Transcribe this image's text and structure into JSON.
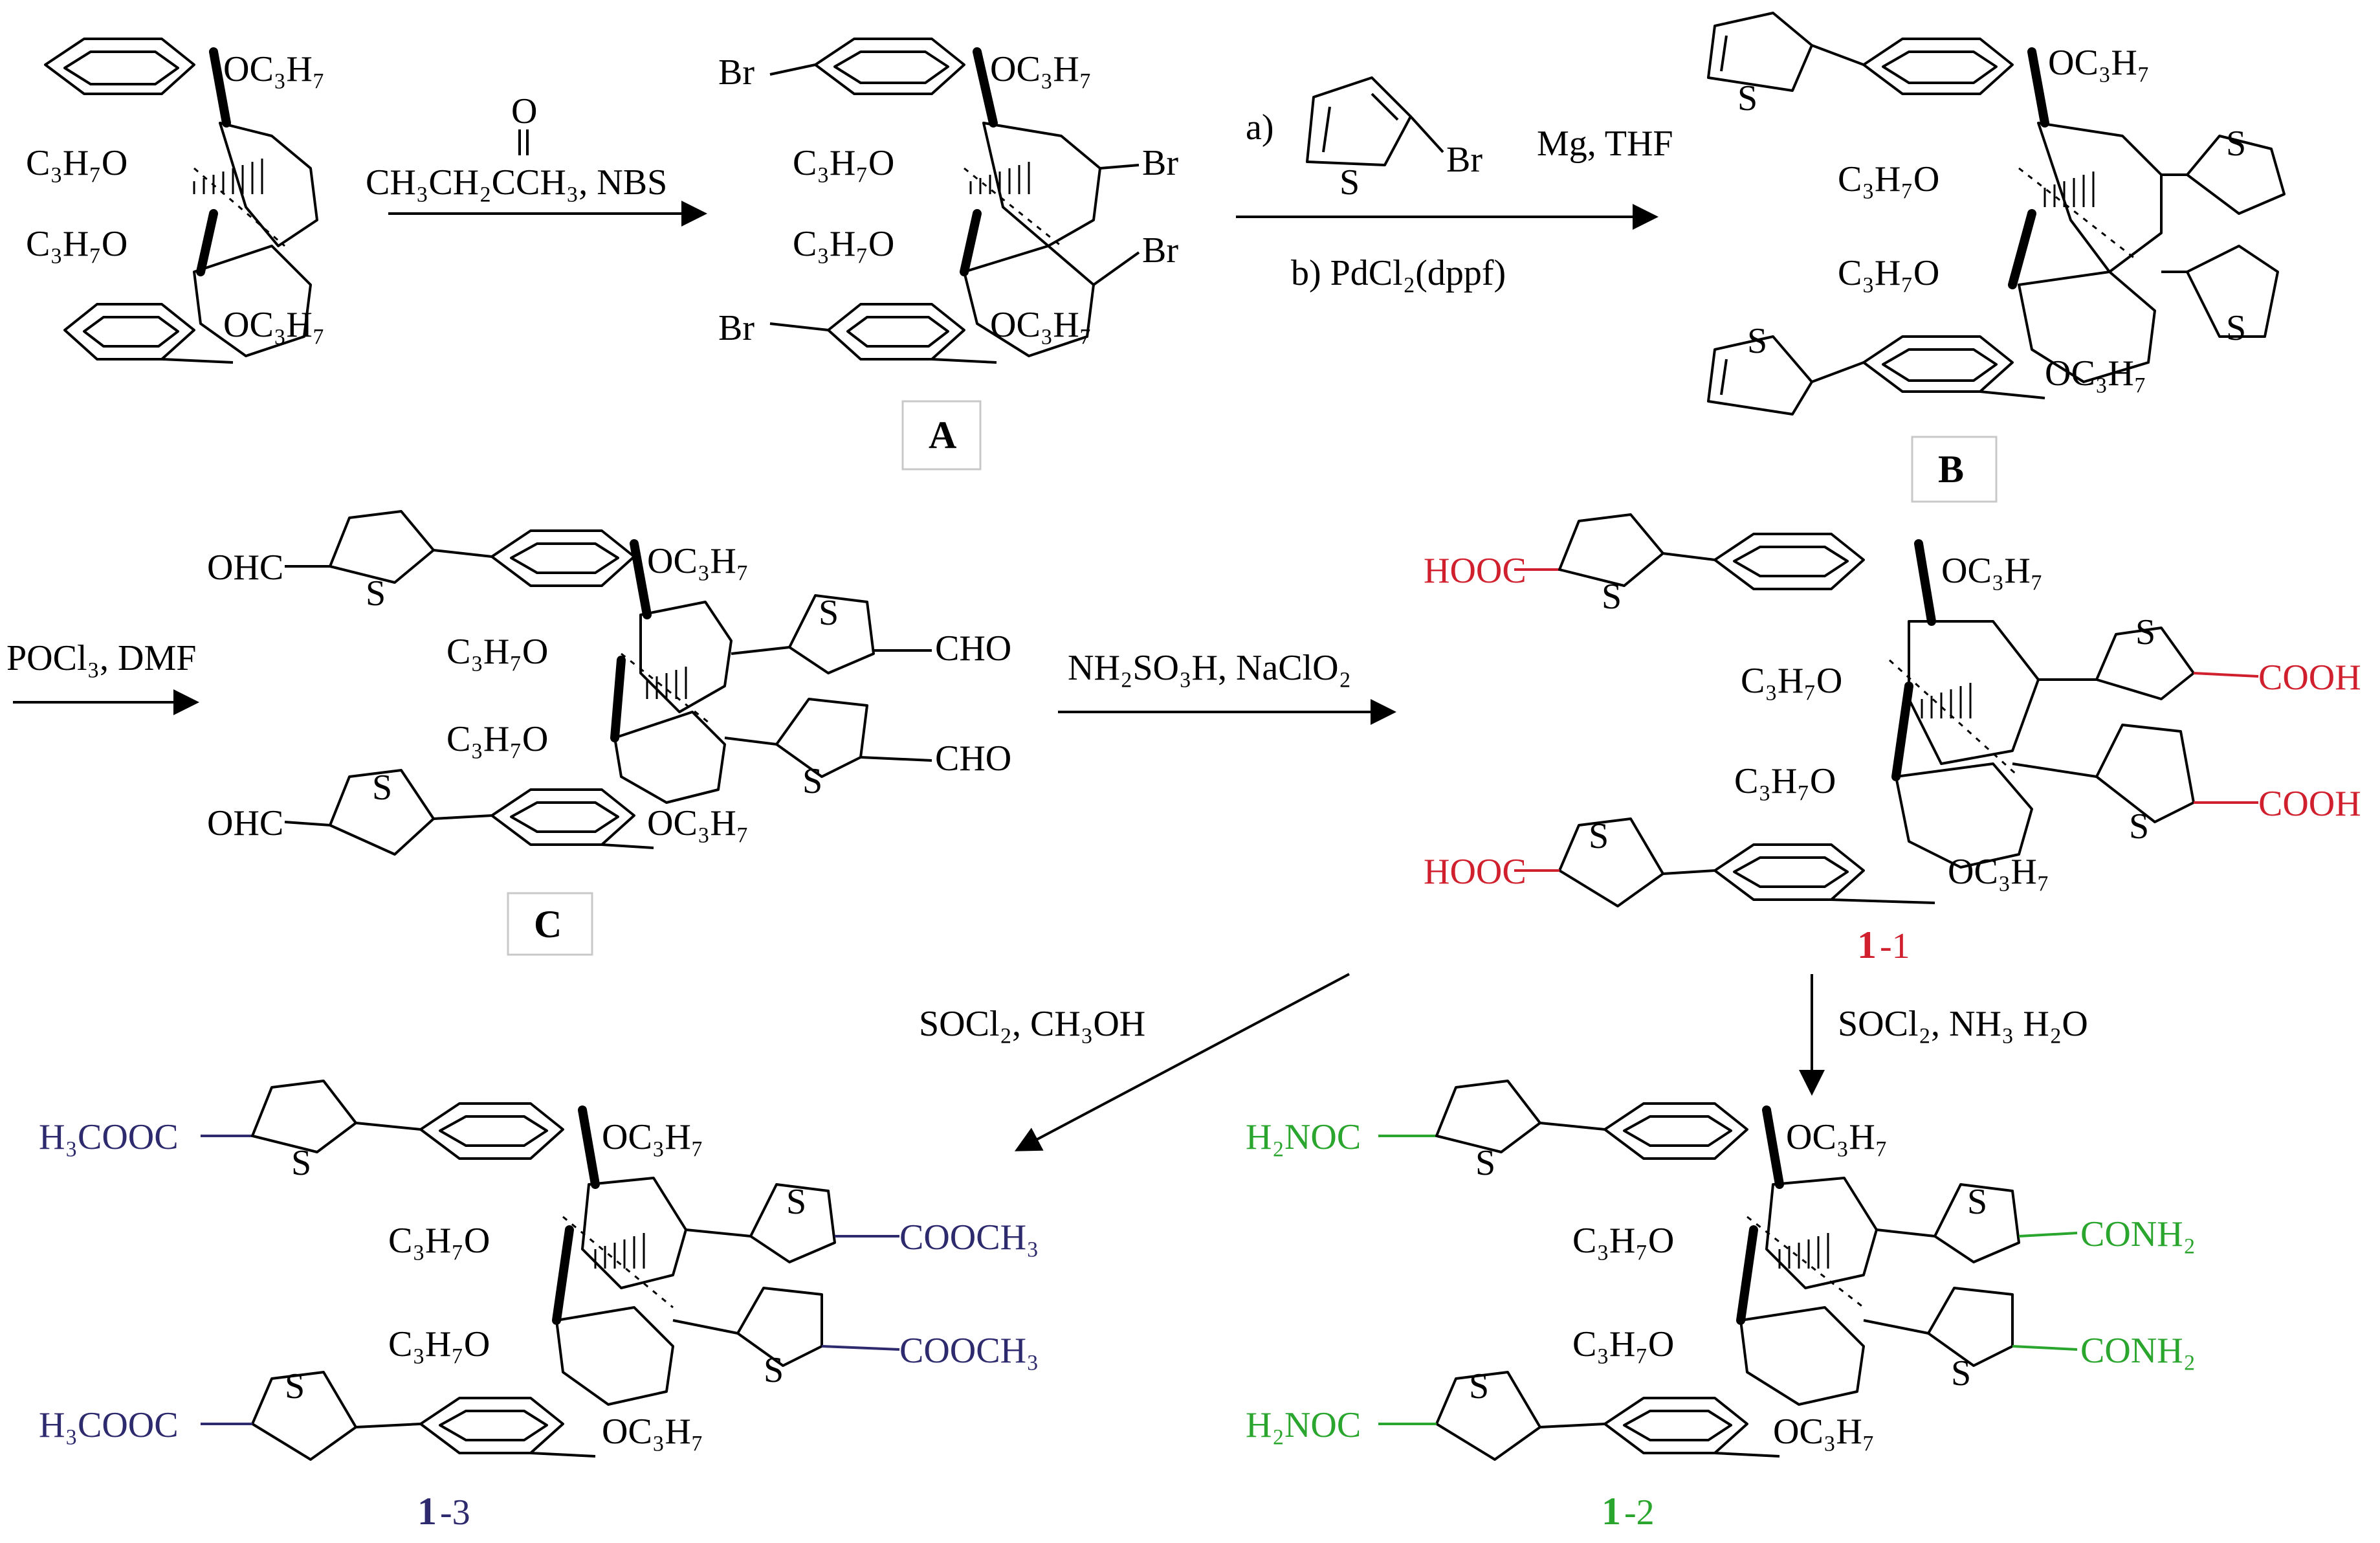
{
  "scheme": {
    "reagents": {
      "step1_a": "O",
      "step1_b": "CH₃CH₂CCH₃,  NBS",
      "step2_a": "a)",
      "step2_b": "Mg, THF",
      "step2_c": "b) PdCl₂(dppf)",
      "step3": "POCl₃, DMF",
      "step4": "NH₂SO₃H, NaClO₂",
      "step5": "SOCl₂, CH₃OH",
      "step6": "SOCl₂, NH₃ H₂O"
    },
    "labels": {
      "A": "A",
      "B": "B",
      "C": "C",
      "c11_num": "1",
      "c11_suf": "-1",
      "c12_num": "1",
      "c12_suf": "-2",
      "c13_num": "1",
      "c13_suf": "-3"
    },
    "atoms": {
      "oc3h7": "OC₃H₇",
      "c3h7o": "C₃H₇O",
      "br": "Br",
      "s": "S",
      "ohc": "OHC",
      "cho": "CHO",
      "hooc": "HOOC",
      "cooh": "COOH",
      "h3cooc": "H₃COOC",
      "cooch3": "COOCH₃",
      "h2noc": "H₂NOC",
      "conh2": "CONH₂"
    },
    "colors": {
      "c11": "#d0202e",
      "c12": "#2aa52e",
      "c13": "#2e2a6e"
    }
  }
}
